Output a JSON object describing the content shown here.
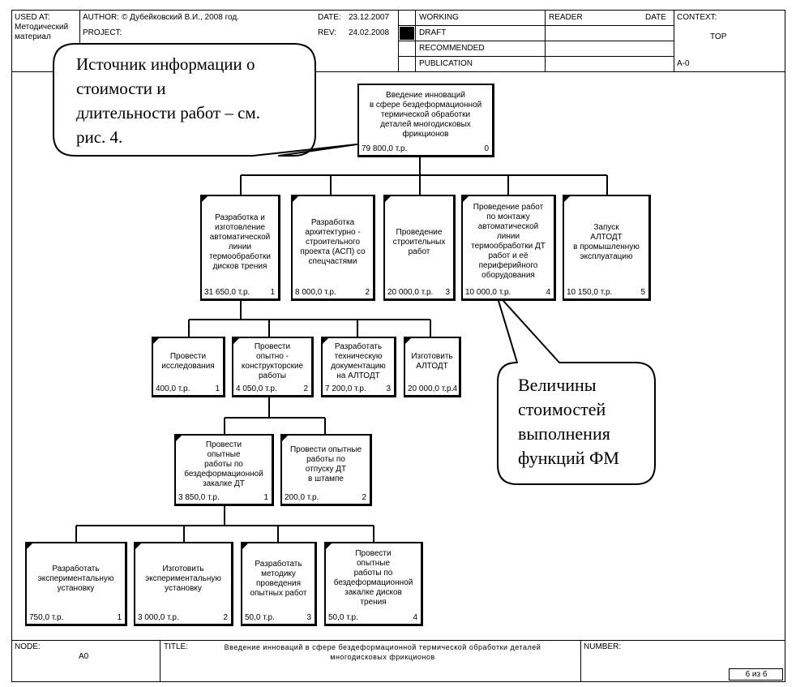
{
  "header": {
    "used_at_label": "USED AT:",
    "used_at_value": "Методический\nматериал",
    "author_label": "AUTHOR:",
    "author_value": "© Дубейковский В.И., 2008 год.",
    "project_label": "PROJECT:",
    "date_label": "DATE:",
    "date_value": "23.12.2007",
    "rev_label": "REV:",
    "rev_value": "24.02.2008",
    "statuses": [
      "WORKING",
      "DRAFT",
      "RECOMMENDED",
      "PUBLICATION"
    ],
    "reader_label": "READER",
    "reader_date_label": "DATE",
    "context_label": "CONTEXT:",
    "context_value": "TOP",
    "context_node": "A-0"
  },
  "callouts": {
    "source": "Источник информации о\nстоимости и\nдлительности работ – см.\nрис. 4.",
    "values": "Величины\nстоимостей\nвыполнения\nфункций ФМ"
  },
  "boxes": {
    "root": {
      "label": "Введение инноваций\nв сфере бездеформационной\nтермической обработки\nдеталей многодисковых\nфрикционов",
      "cost": "79 800,0 т.р.",
      "num": "0"
    },
    "b1": {
      "label": "Разработка и\nизготовление\nавтоматической\nлинии\nтермообработки\nдисков трения",
      "cost": "31 650,0 т.р.",
      "num": "1"
    },
    "b2": {
      "label": "Разработка\nархитектурно -\nстроительного\nпроекта (АСП) со\nспецчастями",
      "cost": "8 000,0 т.р.",
      "num": "2"
    },
    "b3": {
      "label": "Проведение\nстроительных\nработ",
      "cost": "20 000,0 т.р.",
      "num": "3"
    },
    "b4": {
      "label": "Проведение работ\nпо монтажу\nавтоматической\nлинии\nтермообработки ДТ\nработ и её\nпериферийного\nоборудования",
      "cost": "10 000,0 т.р.",
      "num": "4"
    },
    "b5": {
      "label": "Запуск\nАЛТОДТ\nв промышленную\nэксплуатацию",
      "cost": "10 150,0 т.р.",
      "num": "5"
    },
    "c1": {
      "label": "Провести\nисследования",
      "cost": "400,0 т.р.",
      "num": "1"
    },
    "c2": {
      "label": "Провести\nопытно -\nконструкторские\nработы",
      "cost": "4 050,0 т.р.",
      "num": "2"
    },
    "c3": {
      "label": "Разработать\nтехническую\nдокументацию\nна АЛТОДТ",
      "cost": "7 200,0 т.р.",
      "num": "3"
    },
    "c4": {
      "label": "Изготовить\nАЛТОДТ",
      "cost": "20 000,0 т.р.",
      "num": "4"
    },
    "d1": {
      "label": "Провести\nопытные\nработы по\nбездеформационной\nзакалке ДТ",
      "cost": "3 850,0 т.р.",
      "num": "1"
    },
    "d2": {
      "label": "Провести опытные\nработы по\nотпуску ДТ\nв штампе",
      "cost": "200,0 т.р.",
      "num": "2"
    },
    "e1": {
      "label": "Разработать\nэкспериментальную\nустановку",
      "cost": "750,0 т.р.",
      "num": "1"
    },
    "e2": {
      "label": "Изготовить\nэкспериментальную\nустановку",
      "cost": "3 000,0 т.р.",
      "num": "2"
    },
    "e3": {
      "label": "Разработать\nметодику\nпроведения\nопытных работ",
      "cost": "50,0 т.р.",
      "num": "3"
    },
    "e4": {
      "label": "Провести\nопытные\nработы по\nбездеформационной\nзакалке дисков\nтрения",
      "cost": "50,0 т.р.",
      "num": "4"
    }
  },
  "footer": {
    "node_label": "NODE:",
    "node_value": "A0",
    "title_label": "TITLE:",
    "title_value": "Введение инноваций в сфере бездеформационной термической обработки деталей\nмногодисковых фрикционов",
    "number_label": "NUMBER:",
    "page_value": "6 из 6"
  }
}
